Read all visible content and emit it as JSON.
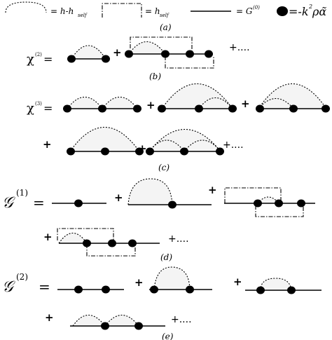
{
  "legend": {
    "dashed_label": "= h-h",
    "dashed_sub": "self",
    "dashdot_label": "= h",
    "dashdot_sub": "self",
    "solid_label": "= G",
    "solid_sup": "(0)",
    "vertex_label": "=-k",
    "vertex_sup": "2",
    "vertex_tail": "ρα̃"
  },
  "captions": {
    "a": "(a)",
    "b": "(b)",
    "c": "(c)",
    "d": "(d)",
    "e": "(e)"
  },
  "symbols": {
    "chi2_base": "χ",
    "chi2_sup": "(2)",
    "chi2_eq": "=",
    "chi3_base": "χ",
    "chi3_sup": "(3)",
    "chi3_eq": "=",
    "g1_base": "𝒢",
    "g1_sup": "(1)",
    "g1_eq": "=",
    "g2_base": "𝒢",
    "g2_sup": "(2)",
    "g2_eq": "="
  },
  "operators": {
    "plus": "+",
    "ellipsis": "+...."
  }
}
